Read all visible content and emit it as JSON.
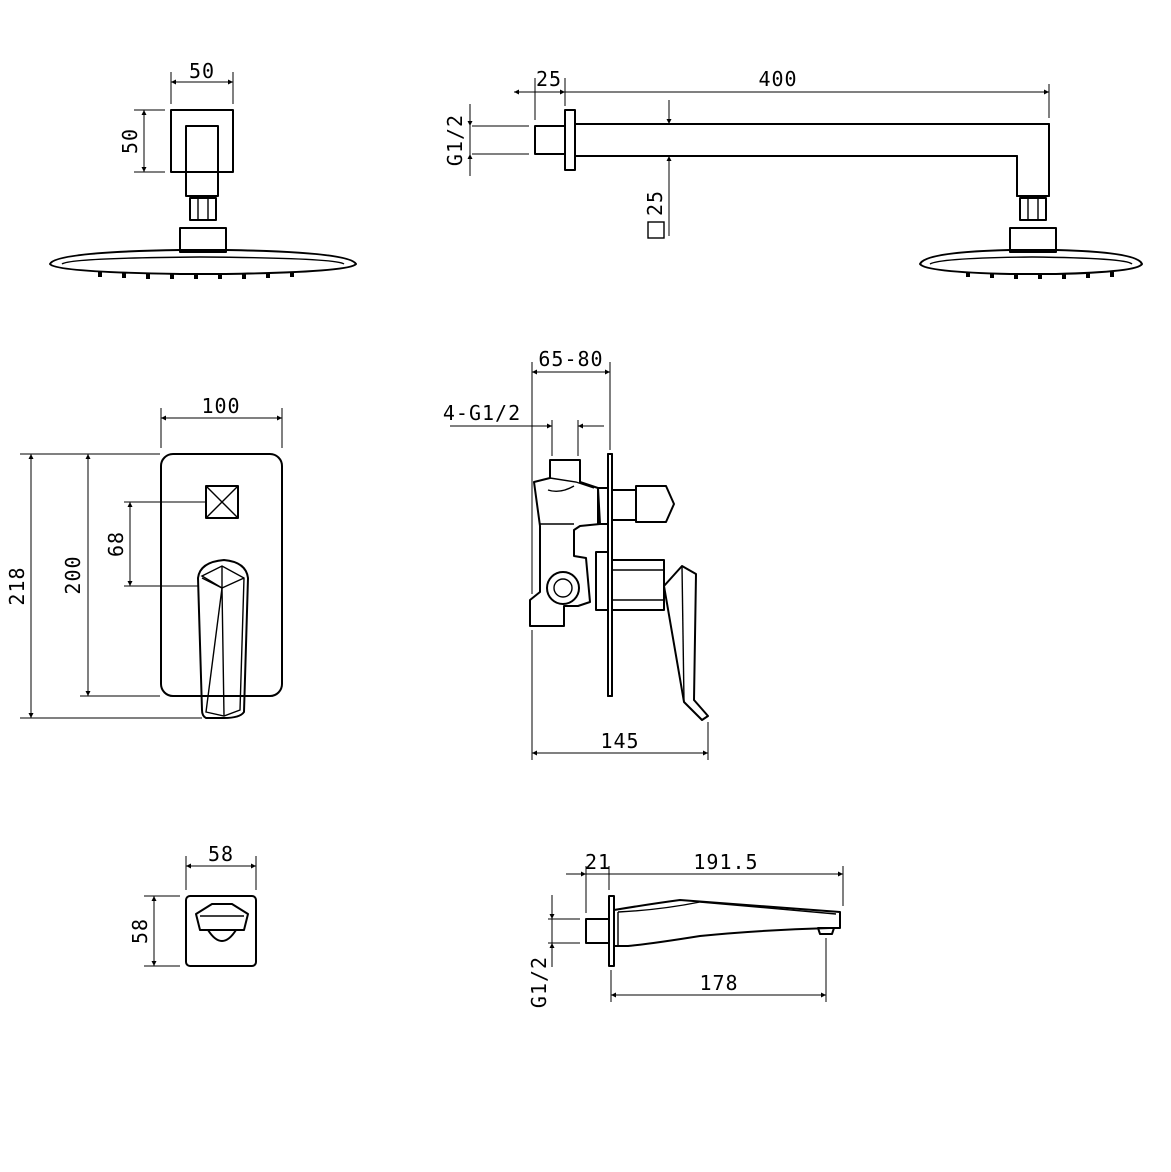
{
  "dimensions": {
    "head_side_width": "50",
    "head_side_height": "50",
    "arm_flange": "25",
    "arm_length": "400",
    "arm_thread": "G1/2",
    "arm_section": "25",
    "panel_width": "100",
    "panel_total_height": "218",
    "panel_height": "200",
    "valve_spacing": "68",
    "valve_depth_range": "65-80",
    "valve_threads": "4-G1/2",
    "valve_total_depth": "145",
    "spout_plate_width": "58",
    "spout_plate_height": "58",
    "spout_flange": "21",
    "spout_total_length": "191.5",
    "spout_thread": "G1/2",
    "spout_reach": "178"
  }
}
